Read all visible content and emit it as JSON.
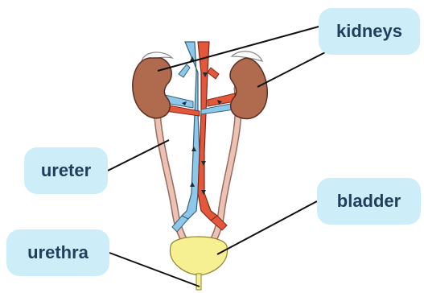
{
  "labels": {
    "kidneys": "kidneys",
    "ureter": "ureter",
    "bladder": "bladder",
    "urethra": "urethra"
  },
  "colors": {
    "label_bg": "#cdeef8",
    "label_text": "#1f3f5c",
    "kidney": "#b06a4e",
    "vein": "#8cc8ea",
    "artery": "#e5573a",
    "ureter": "#ecc2b4",
    "bladder": "#f7f092",
    "leader_line": "#111111"
  }
}
